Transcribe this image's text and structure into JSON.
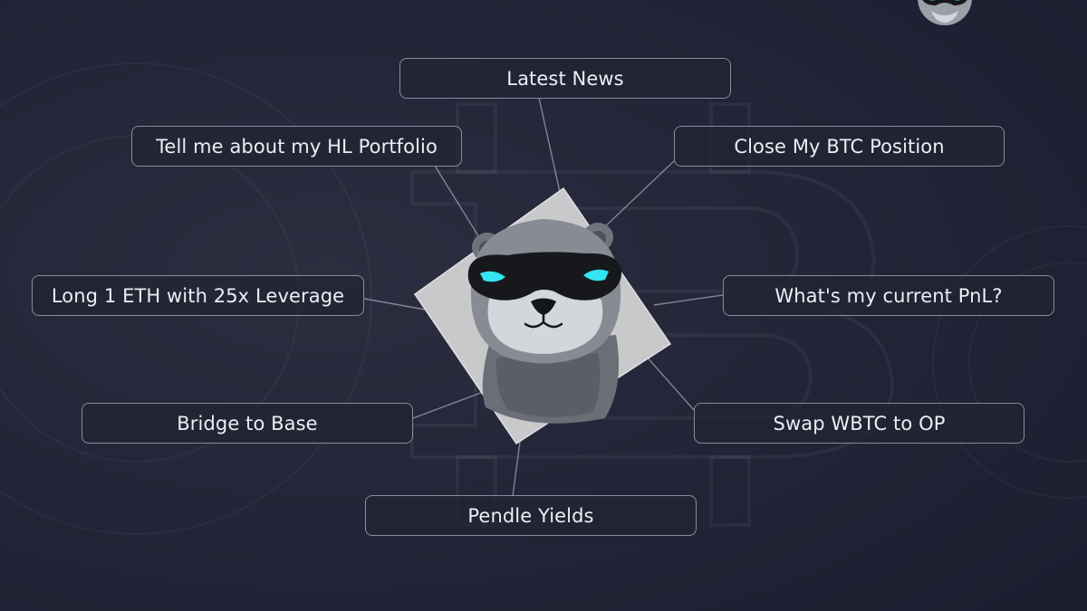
{
  "prompts": {
    "latest_news": "Latest News",
    "hl_portfolio": "Tell me about my HL Portfolio",
    "close_btc": "Close My BTC Position",
    "long_eth": "Long 1 ETH with 25x Leverage",
    "current_pnl": "What's my current PnL?",
    "bridge_base": "Bridge to Base",
    "swap_wbtc": "Swap WBTC to OP",
    "pendle_yields": "Pendle Yields"
  },
  "colors": {
    "background": "#222437",
    "pill_border": "#cdd2e1",
    "mascot_eye": "#34e4f2",
    "diamond": "#c9c9cb"
  },
  "icons": {
    "mascot": "otter-mascot-icon",
    "corner": "otter-logo-icon",
    "background": "bitcoin-symbol-icon"
  }
}
